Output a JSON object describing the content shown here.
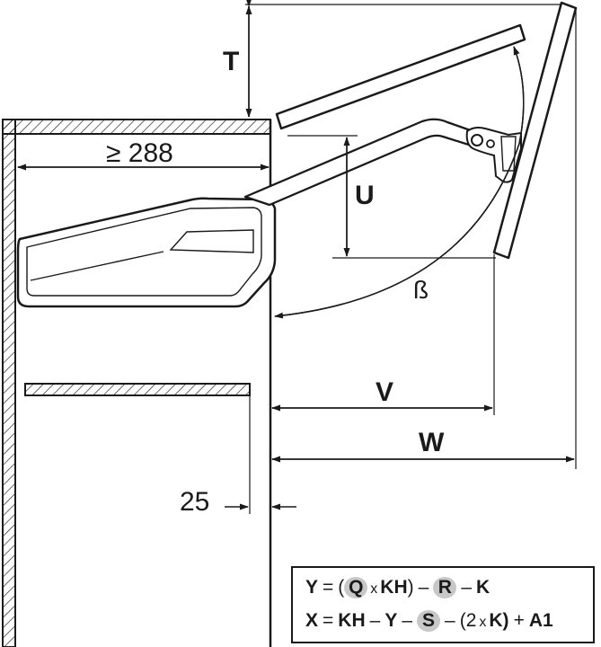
{
  "dimensions": {
    "t_label": "T",
    "u_label": "U",
    "v_label": "V",
    "w_label": "W",
    "width_label": "≥ 288",
    "beta_label": "ß",
    "offset_label": "25"
  },
  "formulas": {
    "line1": {
      "y": "Y",
      "eq": "=",
      "open": "(",
      "q": "Q",
      "x": "x",
      "kh": "KH",
      "close": ")",
      "minus1": "–",
      "r": "R",
      "minus2": "–",
      "k": "K"
    },
    "line2": {
      "x": "X",
      "eq": "=",
      "kh": "KH",
      "minus1": "–",
      "y": "Y",
      "minus2": "–",
      "s": "S",
      "minus3": "–",
      "paren": "(2",
      "times": "x",
      "k": "K)",
      "plus": "+",
      "a1": "A1"
    }
  }
}
